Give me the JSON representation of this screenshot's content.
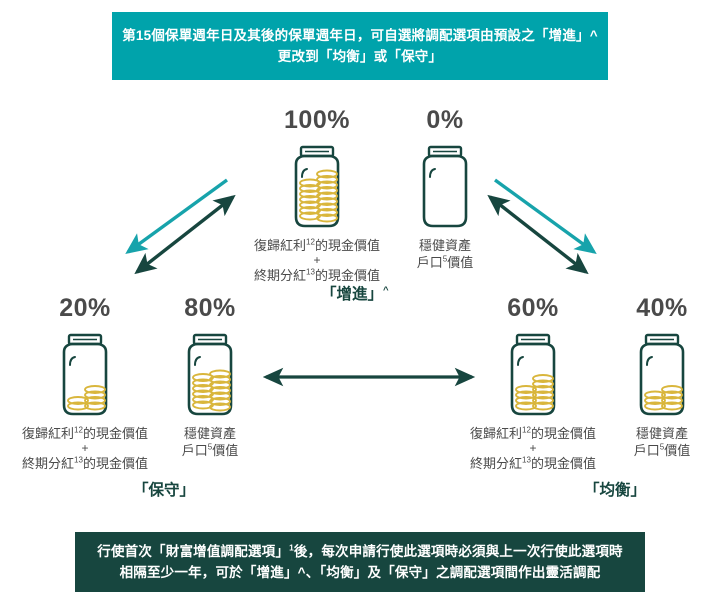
{
  "banner_top": {
    "line1": "第15個保單週年日及其後的保單週年日，可自選將調配選項由預設之「增進」^",
    "line2": "更改到「均衡」或「保守」",
    "bg_color": "#00a3ab",
    "text_color": "#ffffff"
  },
  "banner_bottom": {
    "line1_a": "行使首次「財富增值調配選項」",
    "line1_sup": "1",
    "line1_b": "後，每次申請行使此選項時必須與上一次行使此選項時",
    "line2": "相隔至少一年，可於「增進」^、「均衡」及「保守」之調配選項間作出靈活調配",
    "bg_color": "#17463f",
    "text_color": "#ffffff"
  },
  "colors": {
    "teal": "#00a3ab",
    "dark_green": "#17463f",
    "gold": "#d9b63c",
    "text_grey": "#4a4a4a"
  },
  "options": [
    {
      "id": "growth",
      "label": "「增進」",
      "label_sup": "^",
      "jars": [
        {
          "percent": "100%",
          "fill_ratio": 0.92,
          "caption_line1": "復歸紅利",
          "caption_sup1": "12",
          "caption_line1_tail": "的現金價值",
          "caption_plus": "+",
          "caption_line2": "終期分紅",
          "caption_sup2": "13",
          "caption_line2_tail": "的現金價值"
        },
        {
          "percent": "0%",
          "fill_ratio": 0,
          "caption_line1": "穩健資產",
          "caption_line2": "戶口",
          "caption_sup2": "5",
          "caption_line2_tail": "價值"
        }
      ]
    },
    {
      "id": "conservative",
      "label": "「保守」",
      "label_sup": "",
      "jars": [
        {
          "percent": "20%",
          "fill_ratio": 0.26,
          "caption_line1": "復歸紅利",
          "caption_sup1": "12",
          "caption_line1_tail": "的現金價值",
          "caption_plus": "+",
          "caption_line2": "終期分紅",
          "caption_sup2": "13",
          "caption_line2_tail": "的現金價值"
        },
        {
          "percent": "80%",
          "fill_ratio": 0.78,
          "caption_line1": "穩健資產",
          "caption_line2": "戶口",
          "caption_sup2": "5",
          "caption_line2_tail": "價值"
        }
      ]
    },
    {
      "id": "balanced",
      "label": "「均衡」",
      "label_sup": "",
      "jars": [
        {
          "percent": "60%",
          "fill_ratio": 0.62,
          "caption_line1": "復歸紅利",
          "caption_sup1": "12",
          "caption_line1_tail": "的現金價值",
          "caption_plus": "+",
          "caption_line2": "終期分紅",
          "caption_sup2": "13",
          "caption_line2_tail": "的現金價值"
        },
        {
          "percent": "40%",
          "fill_ratio": 0.42,
          "caption_line1": "穩健資產",
          "caption_line2": "戶口",
          "caption_sup2": "5",
          "caption_line2_tail": "價值"
        }
      ]
    }
  ],
  "arrows": [
    {
      "name": "growth-to-conservative-teal",
      "color": "#17a3ab",
      "direction": "down-left"
    },
    {
      "name": "conservative-to-growth-dark",
      "color": "#17463f",
      "direction": "bidirectional-diagonal"
    },
    {
      "name": "growth-to-balanced-teal",
      "color": "#17a3ab",
      "direction": "down-right"
    },
    {
      "name": "balanced-to-growth-dark",
      "color": "#17463f",
      "direction": "bidirectional-diagonal"
    },
    {
      "name": "conservative-balanced-horizontal",
      "color": "#17463f",
      "direction": "bidirectional-horizontal"
    }
  ]
}
